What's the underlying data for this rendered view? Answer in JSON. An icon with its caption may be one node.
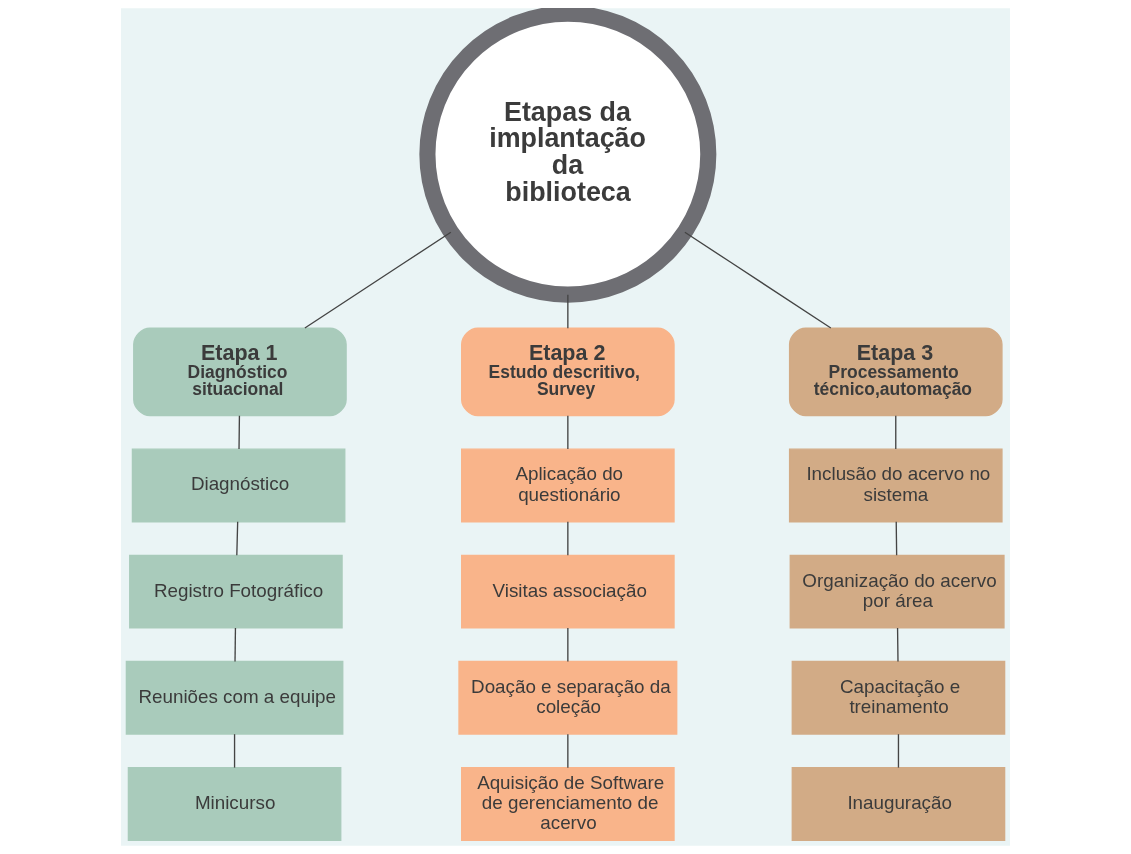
{
  "diagram": {
    "nodes": [
      {
        "text": [
          "Etapas da implantação da biblioteca"
        ]
      },
      {
        "text": [
          "Etapa 1",
          "Diagnóstico situacional"
        ]
      },
      {
        "text": [
          "Diagnóstico"
        ]
      },
      {
        "text": [
          "Registro Fotográfico"
        ]
      },
      {
        "text": [
          "Reuniões com a equipe"
        ]
      },
      {
        "text": [
          "Minicurso"
        ]
      },
      {
        "text": [
          "Etapa 2",
          "Estudo descritivo, Survey"
        ]
      },
      {
        "text": [
          "Aplicação do questionário"
        ]
      },
      {
        "text": [
          "Visitas associação"
        ]
      },
      {
        "text": [
          "Doação e separação da coleção"
        ]
      },
      {
        "text": [
          "Aquisição de Software de gerenciamento de acervo"
        ]
      },
      {
        "text": [
          "Etapa 3",
          "Processamento técnico,automação"
        ]
      },
      {
        "text": [
          "Inclusão do acervo no sistema"
        ]
      },
      {
        "text": [
          "Organização do acervo por área"
        ]
      },
      {
        "text": [
          "Capacitação e treinamento"
        ]
      },
      {
        "text": [
          "Inauguração"
        ]
      }
    ],
    "edges": [
      {
        "from": 0,
        "to": 1,
        "arrow": "none"
      },
      {
        "from": 0,
        "to": 6,
        "arrow": "none"
      },
      {
        "from": 0,
        "to": 11,
        "arrow": "none"
      },
      {
        "from": 1,
        "to": 2,
        "arrow": "none"
      },
      {
        "from": 2,
        "to": 3,
        "arrow": "none"
      },
      {
        "from": 3,
        "to": 4,
        "arrow": "none"
      },
      {
        "from": 4,
        "to": 5,
        "arrow": "none"
      },
      {
        "from": 6,
        "to": 7,
        "arrow": "none"
      },
      {
        "from": 7,
        "to": 8,
        "arrow": "none"
      },
      {
        "from": 8,
        "to": 9,
        "arrow": "none"
      },
      {
        "from": 9,
        "to": 10,
        "arrow": "none"
      },
      {
        "from": 11,
        "to": 12,
        "arrow": "none"
      },
      {
        "from": 12,
        "to": 13,
        "arrow": "none"
      },
      {
        "from": 13,
        "to": 14,
        "arrow": "none"
      },
      {
        "from": 14,
        "to": 15,
        "arrow": "none"
      }
    ]
  }
}
